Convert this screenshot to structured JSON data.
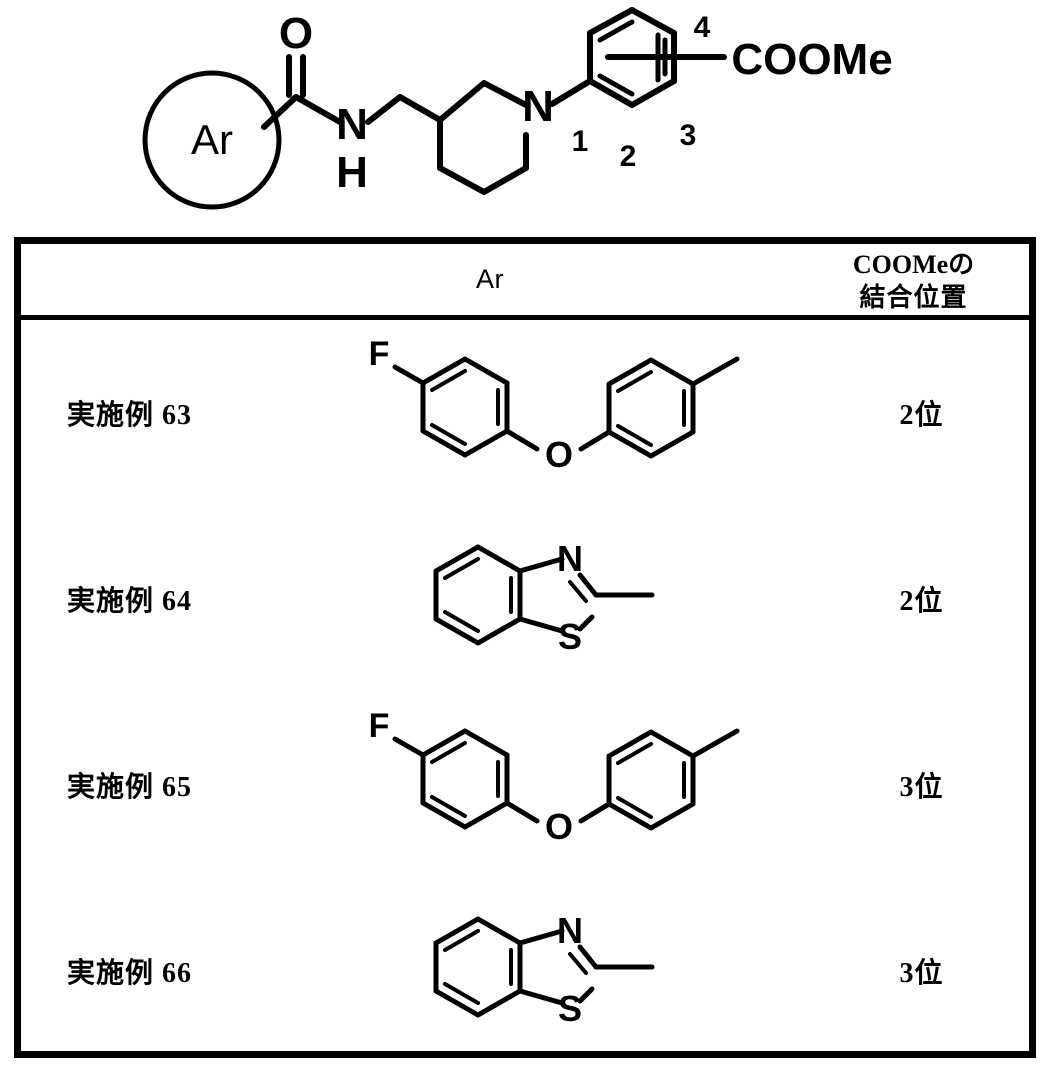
{
  "scheme": {
    "ar_label": "Ar",
    "amide_n": "N",
    "amide_h": "H",
    "carbonyl_o": "O",
    "piperidine_n": "N",
    "ester_label": "COOMe",
    "ring_positions": [
      "1",
      "2",
      "3",
      "4"
    ]
  },
  "table": {
    "header": {
      "ar_column": "Ar",
      "position_column_line1": "COOMeの",
      "position_column_line2": "結合位置"
    },
    "rows": [
      {
        "example": "実施例 63",
        "ar_structure": "4-(4-fluorophenoxy)phenyl",
        "atom_labels": {
          "fluorine": "F",
          "ether_oxygen": "O"
        },
        "position": "2位"
      },
      {
        "example": "実施例 64",
        "ar_structure": "1,3-benzothiazol-2-yl",
        "atom_labels": {
          "nitrogen": "N",
          "sulfur": "S"
        },
        "position": "2位"
      },
      {
        "example": "実施例 65",
        "ar_structure": "4-(4-fluorophenoxy)phenyl",
        "atom_labels": {
          "fluorine": "F",
          "ether_oxygen": "O"
        },
        "position": "3位"
      },
      {
        "example": "実施例 66",
        "ar_structure": "1,3-benzothiazol-2-yl",
        "atom_labels": {
          "nitrogen": "N",
          "sulfur": "S"
        },
        "position": "3位"
      }
    ]
  },
  "colors": {
    "ink": "#000000",
    "paper": "#ffffff"
  }
}
